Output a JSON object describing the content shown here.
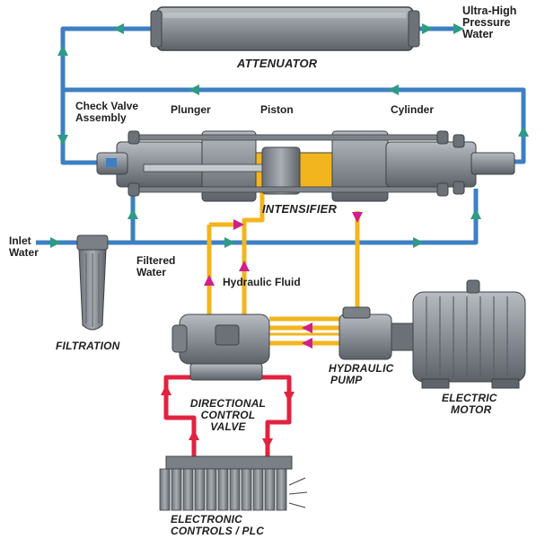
{
  "labels": {
    "ultra_high_pressure_water": [
      "Ultra-High",
      "Pressure",
      "Water"
    ],
    "attenuator": "ATTENUATOR",
    "check_valve_assembly": [
      "Check Valve",
      "Assembly"
    ],
    "plunger": "Plunger",
    "piston": "Piston",
    "cylinder": "Cylinder",
    "intensifier": "INTENSIFIER",
    "inlet_water": [
      "Inlet",
      "Water"
    ],
    "filtered_water": [
      "Filtered",
      "Water"
    ],
    "hydraulic_fluid": "Hydraulic Fluid",
    "filtration": "FILTRATION",
    "hydraulic_pump": [
      "HYDRAULIC",
      "PUMP"
    ],
    "directional_control_valve": [
      "DIRECTIONAL",
      "CONTROL",
      "VALVE"
    ],
    "electric_motor": [
      "ELECTRIC",
      "MOTOR"
    ],
    "electronic_controls_plc": [
      "ELECTRONIC",
      "CONTROLS",
      "/ PLC"
    ]
  },
  "colors": {
    "water_line": "#3d7fc2",
    "hydraulic_line": "#f2b51d",
    "control_line": "#e0233f",
    "arrow_water": "#2f9a86",
    "arrow_hydraulic": "#d11f8a",
    "machine_body": "#8f959b",
    "machine_dark": "#5e646a"
  }
}
